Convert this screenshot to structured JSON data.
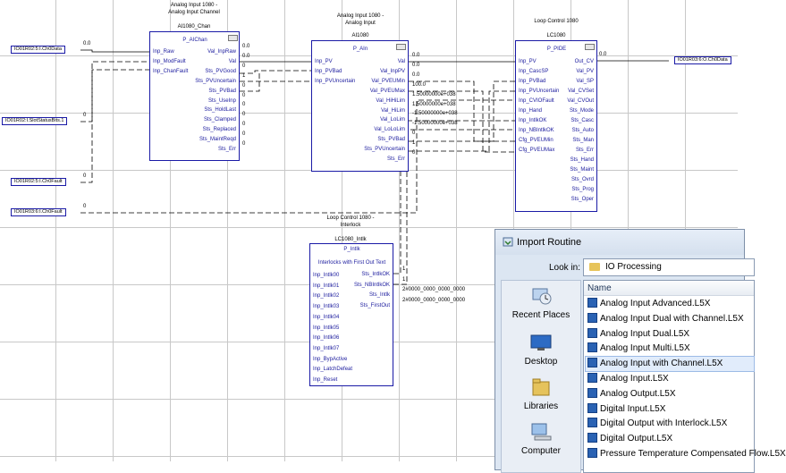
{
  "tags": {
    "ch0data": "IO01R02:5:I.Ch0Data",
    "slotstatus": "IO01R02:I.SlotStatusBits.1",
    "ch0fault": "IO01R02:5:I.Ch0Fault",
    "ch0fault2": "IO01R03:6:I.Ch0Fault",
    "out_cv": "IO01R03:6:O.Ch0Data",
    "val_ch0": "0.0",
    "val_zero": "0",
    "val_one": "1"
  },
  "blocks": {
    "ai1080": {
      "title": [
        "Analog Input 1080 -",
        "Analog Input Channel"
      ],
      "tag": "AI1080_Chan",
      "type": "P_AIChan",
      "inputs": [
        "Inp_Raw",
        "Inp_ModFault",
        "Inp_ChanFault"
      ],
      "outputs": [
        "Val_InpRaw",
        "Val",
        "Sts_PVGood",
        "Sts_PVUncertain",
        "Sts_PVBad",
        "Sts_UseInp",
        "Sts_HoldLast",
        "Sts_Clamped",
        "Sts_Replaced",
        "Sts_MaintReqd",
        "Sts_Err"
      ],
      "out_values": [
        "0.0",
        "0.0",
        "0",
        "1",
        "0",
        "0",
        "0",
        "0",
        "0",
        "0",
        "0"
      ]
    },
    "ain": {
      "title": [
        "Analog Input 1080 -",
        "Analog Input"
      ],
      "tag": "AI1080",
      "type": "P_AIn",
      "inputs": [
        "Inp_PV",
        "Inp_PVBad",
        "Inp_PVUncertain"
      ],
      "outputs": [
        "Val",
        "Val_InpPV",
        "Val_PVEUMin",
        "Val_PVEUMax",
        "Val_HiHiLim",
        "Val_HiLim",
        "Val_LoLim",
        "Val_LoLoLim",
        "Sts_PVBad",
        "Sts_PVUncertain",
        "Sts_Err"
      ],
      "out_values": [
        "0.0",
        "0.0",
        "0.0",
        "100.0",
        "1.50000000e+038",
        "1.50000000e+038",
        "-1.50000000e+038",
        "-1.50000000e+038",
        "0",
        "1",
        "0"
      ]
    },
    "lc1080": {
      "title": [
        "Loop Control 1080"
      ],
      "tag": "LC1080",
      "type": "P_PIDE",
      "inputs": [
        "Inp_PV",
        "Inp_CascSP",
        "Inp_PVBad",
        "Inp_PVUncertain",
        "Inp_CVIOFault",
        "Inp_Hand",
        "Inp_IntlkOK",
        "Inp_NBIntlkOK",
        "Cfg_PVEUMin",
        "Cfg_PVEUMax"
      ],
      "outputs": [
        "Out_CV",
        "Val_PV",
        "Val_SP",
        "Val_CVSet",
        "Val_CVOut",
        "Sts_Mode",
        "Sts_Casc",
        "Sts_Auto",
        "Sts_Man",
        "Sts_Err",
        "Sts_Hand",
        "Sts_Maint",
        "Sts_Ovrd",
        "Sts_Prog",
        "Sts_Oper"
      ],
      "out_value": "0.0"
    },
    "intlk": {
      "title": [
        "Loop Control 1080 -",
        "Interlock"
      ],
      "tag": "LC1080_Intlk",
      "type": "P_Intlk",
      "subtitle": "Interlocks with First Out Text",
      "inputs": [
        "Inp_Intlk00",
        "Inp_Intlk01",
        "Inp_Intlk02",
        "Inp_Intlk03",
        "Inp_Intlk04",
        "Inp_Intlk05",
        "Inp_Intlk06",
        "Inp_Intlk07",
        "Inp_BypActive",
        "Inp_LatchDefeat",
        "Inp_Reset"
      ],
      "outputs": [
        "Sts_IntlkOK",
        "Sts_NBIntlkOK",
        "Sts_Intlk",
        "Sts_FirstOut"
      ],
      "out_values": [
        "1",
        "1",
        "2#0000_0000_0000_0000",
        "2#0000_0000_0000_0000"
      ]
    }
  },
  "dialog": {
    "title": "Import Routine",
    "lookin_label": "Look in:",
    "lookin_value": "IO Processing",
    "column_header": "Name",
    "places": [
      "Recent Places",
      "Desktop",
      "Libraries",
      "Computer"
    ],
    "files": [
      "Analog Input Advanced.L5X",
      "Analog Input Dual with Channel.L5X",
      "Analog Input Dual.L5X",
      "Analog Input Multi.L5X",
      "Analog Input with Channel.L5X",
      "Analog Input.L5X",
      "Analog Output.L5X",
      "Digital Input.L5X",
      "Digital Output with Interlock.L5X",
      "Digital Output.L5X",
      "Pressure Temperature Compensated Flow.L5X"
    ],
    "selected_file": "Analog Input with Channel.L5X"
  }
}
